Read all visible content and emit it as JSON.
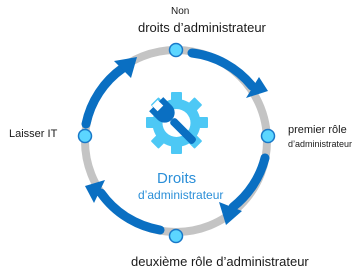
{
  "diagram": {
    "nodes": {
      "top": {
        "line1": "Non",
        "line2": "droits d’administrateur"
      },
      "right": {
        "line1": "premier rôle",
        "line2": "d’administrateur"
      },
      "bottom": {
        "label": "deuxième rôle d’administrateur"
      },
      "left": {
        "label": "Laisser IT"
      }
    },
    "center": {
      "line1": "Droits",
      "line2": "d’administrateur",
      "icon": "gear-wrench-icon"
    },
    "flow": [
      "top",
      "right",
      "bottom",
      "left",
      "top"
    ],
    "colors": {
      "ring": "#c4c4c4",
      "arrow": "#0a6fc2",
      "node_fill": "#5cd6ff",
      "node_stroke": "#1978c8",
      "icon": "#4dc8f5",
      "center_text": "#2b8fd8"
    }
  }
}
